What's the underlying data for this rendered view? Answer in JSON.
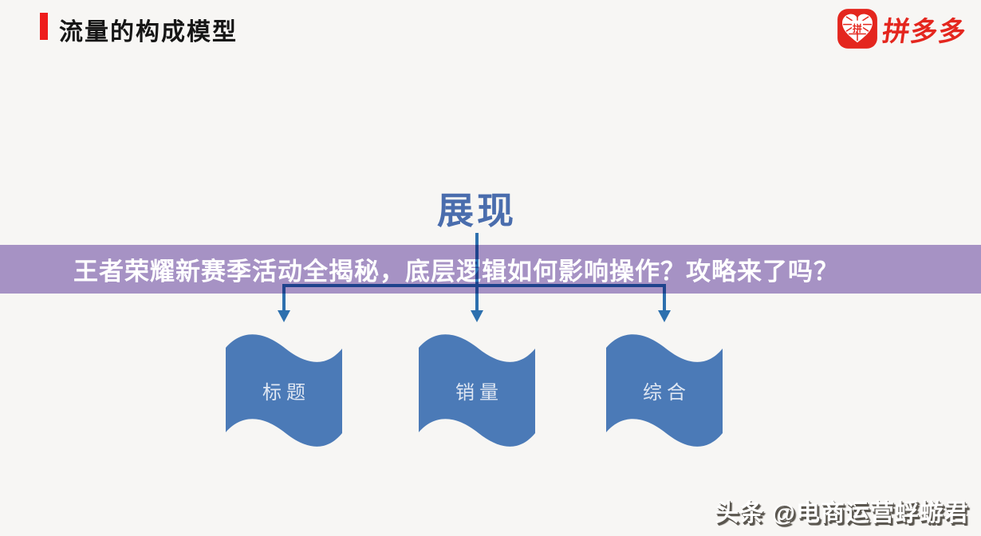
{
  "header": {
    "title": "流量的构成模型",
    "logo": {
      "brand": "拼多多",
      "icon_char": "拼"
    }
  },
  "diagram": {
    "root_label": "展现",
    "nodes": [
      {
        "label": "标题"
      },
      {
        "label": "销量"
      },
      {
        "label": "综合"
      }
    ]
  },
  "subtitle_overlay": {
    "text": "王者荣耀新赛季活动全揭秘，底层逻辑如何影响操作？攻略来了吗？"
  },
  "watermark": {
    "text": "头条 @电商运营蜉蝣君"
  },
  "colors": {
    "background": "#f7f6f4",
    "accent_red": "#ee1c1c",
    "brand_red": "#e4261e",
    "root_blue": "#4a6dad",
    "connector_blue": "#2e74b6",
    "flag_blue": "#4b7ab7",
    "banner_purple": "#a692c4"
  }
}
